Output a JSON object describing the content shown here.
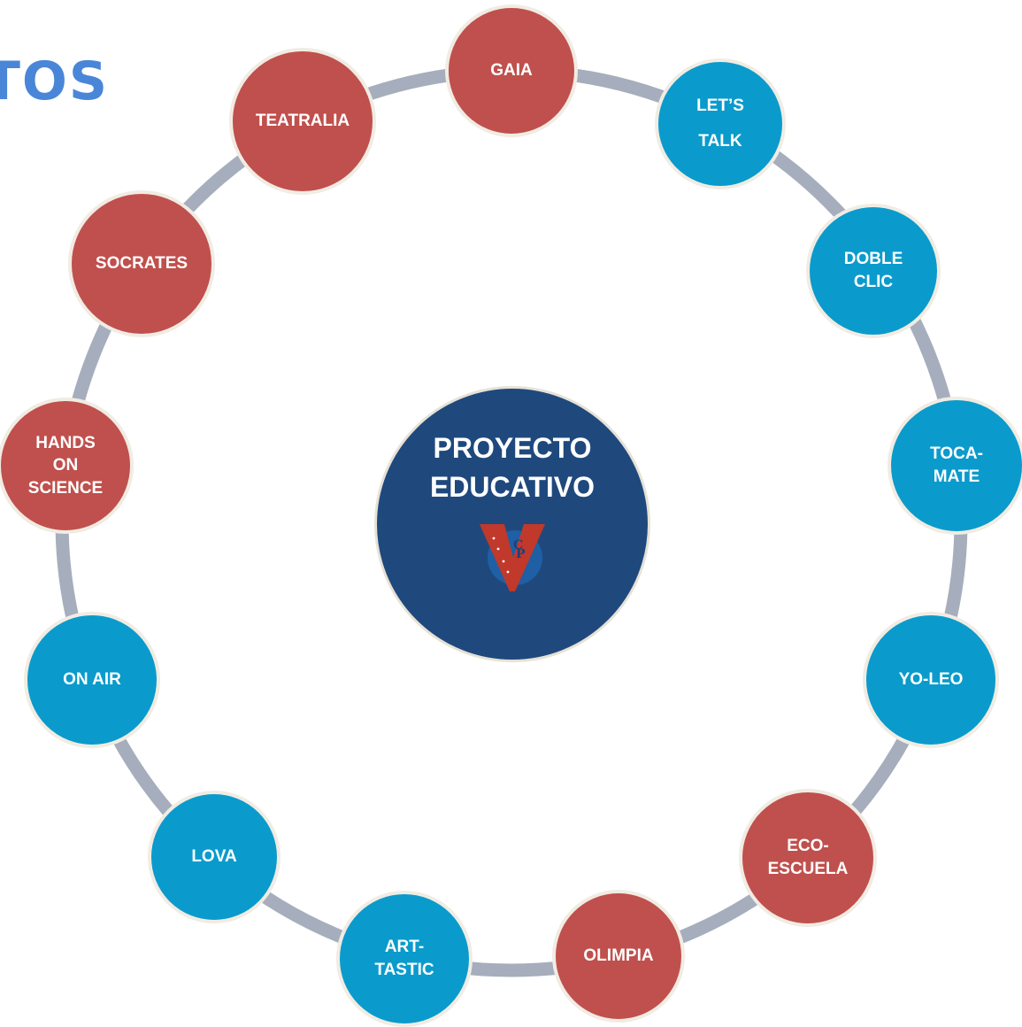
{
  "heading": {
    "text": "TOS",
    "color": "#4a86d8"
  },
  "center": {
    "title": "PROYECTO\nEDUCATIVO",
    "logo_letters": "CP"
  },
  "colors": {
    "red": "#c0504d",
    "blue": "#0a9bcc",
    "ring": "#a6aebd",
    "center": "#1f497d"
  },
  "nodes": [
    {
      "id": "gaia",
      "label": "GAIA",
      "color": "red"
    },
    {
      "id": "lets-talk",
      "label": "LET’S\nTALK",
      "color": "blue"
    },
    {
      "id": "doble-clic",
      "label": "DOBLE\nCLIC",
      "color": "blue"
    },
    {
      "id": "toca-mate",
      "label": "TOCA-\nMATE",
      "color": "blue"
    },
    {
      "id": "yo-leo",
      "label": "YO-LEO",
      "color": "blue"
    },
    {
      "id": "eco-escuela",
      "label": "ECO-\nESCUELA",
      "color": "red"
    },
    {
      "id": "olimpia",
      "label": "OLIMPIA",
      "color": "red"
    },
    {
      "id": "art-tastic",
      "label": "ART-\nTASTIC",
      "color": "blue"
    },
    {
      "id": "lova",
      "label": "LOVA",
      "color": "blue"
    },
    {
      "id": "on-air",
      "label": "ON AIR",
      "color": "blue"
    },
    {
      "id": "hands-on-science",
      "label": "HANDS\nON\nSCIENCE",
      "color": "red"
    },
    {
      "id": "socrates",
      "label": "SOCRATES",
      "color": "red"
    },
    {
      "id": "teatralia",
      "label": "TEATRALIA",
      "color": "red"
    }
  ]
}
